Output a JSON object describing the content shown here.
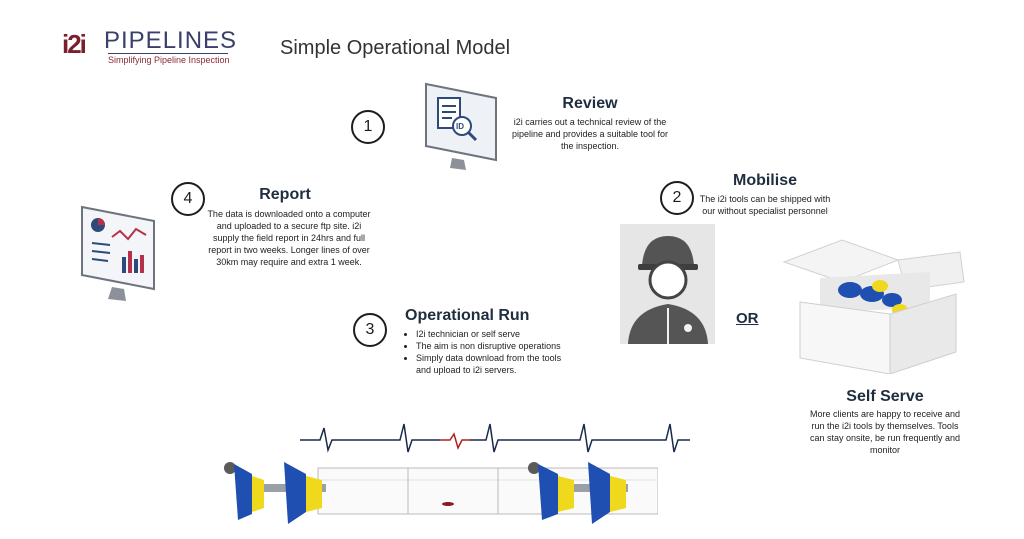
{
  "logo": {
    "mark": "i2i",
    "name": "PIPELINES",
    "tagline": "Simplifying Pipeline Inspection"
  },
  "title": "Simple Operational Model",
  "steps": {
    "review": {
      "number": "1",
      "heading": "Review",
      "text": "i2i carries out a technical review of the pipeline and provides a suitable tool for the inspection.",
      "icon_label": "ID"
    },
    "mobilise": {
      "number": "2",
      "heading": "Mobilise",
      "text": "The i2i tools can be shipped with our without specialist personnel"
    },
    "operational_run": {
      "number": "3",
      "heading": "Operational Run",
      "bullets": [
        "I2i technician or self serve",
        "The aim is non disruptive operations",
        "Simply data download from the tools and upload to i2i servers."
      ]
    },
    "report": {
      "number": "4",
      "heading": "Report",
      "text": "The data is downloaded onto a computer and uploaded to a secure ftp site. i2i supply the field report in 24hrs and full report in two weeks. Longer lines of over 30km may require and extra 1 week."
    }
  },
  "or_label": "OR",
  "self_serve": {
    "heading": "Self Serve",
    "text": "More clients are happy to receive and run the i2i tools by themselves. Tools can stay onsite, be run frequently and monitor"
  },
  "colors": {
    "heading": "#1f2e3f",
    "brand": "#7a1f2b",
    "tool_blue": "#1f4fb0",
    "tool_yellow": "#f0d81c",
    "signal": "#1a2a4a",
    "signal_alert": "#b21e1e"
  }
}
